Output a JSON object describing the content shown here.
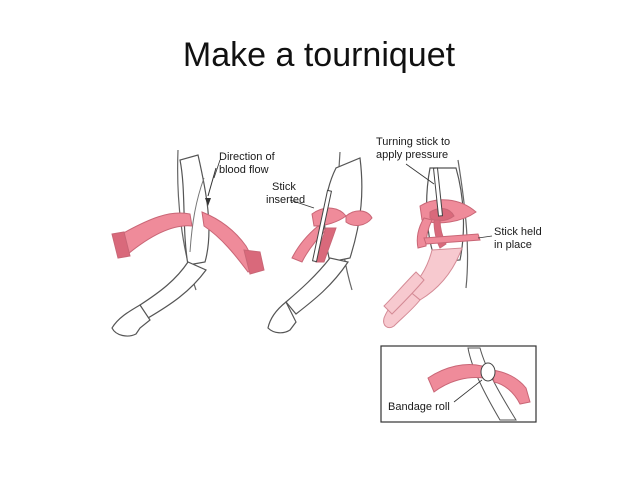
{
  "slide": {
    "title": "Make a tourniquet"
  },
  "figure": {
    "labels": {
      "direction_line1": "Direction of",
      "direction_line2": "blood flow",
      "stick_line1": "Stick",
      "stick_line2": "inserted",
      "turning_line1": "Turning stick to",
      "turning_line2": "apply pressure",
      "held_line1": "Stick held",
      "held_line2": "in place",
      "inset": "Bandage roll"
    },
    "colors": {
      "bandage": "#ef8b9a",
      "bandage_dark": "#d9697b",
      "arm_pink": "#f7c9cf",
      "outline": "#555555"
    }
  }
}
